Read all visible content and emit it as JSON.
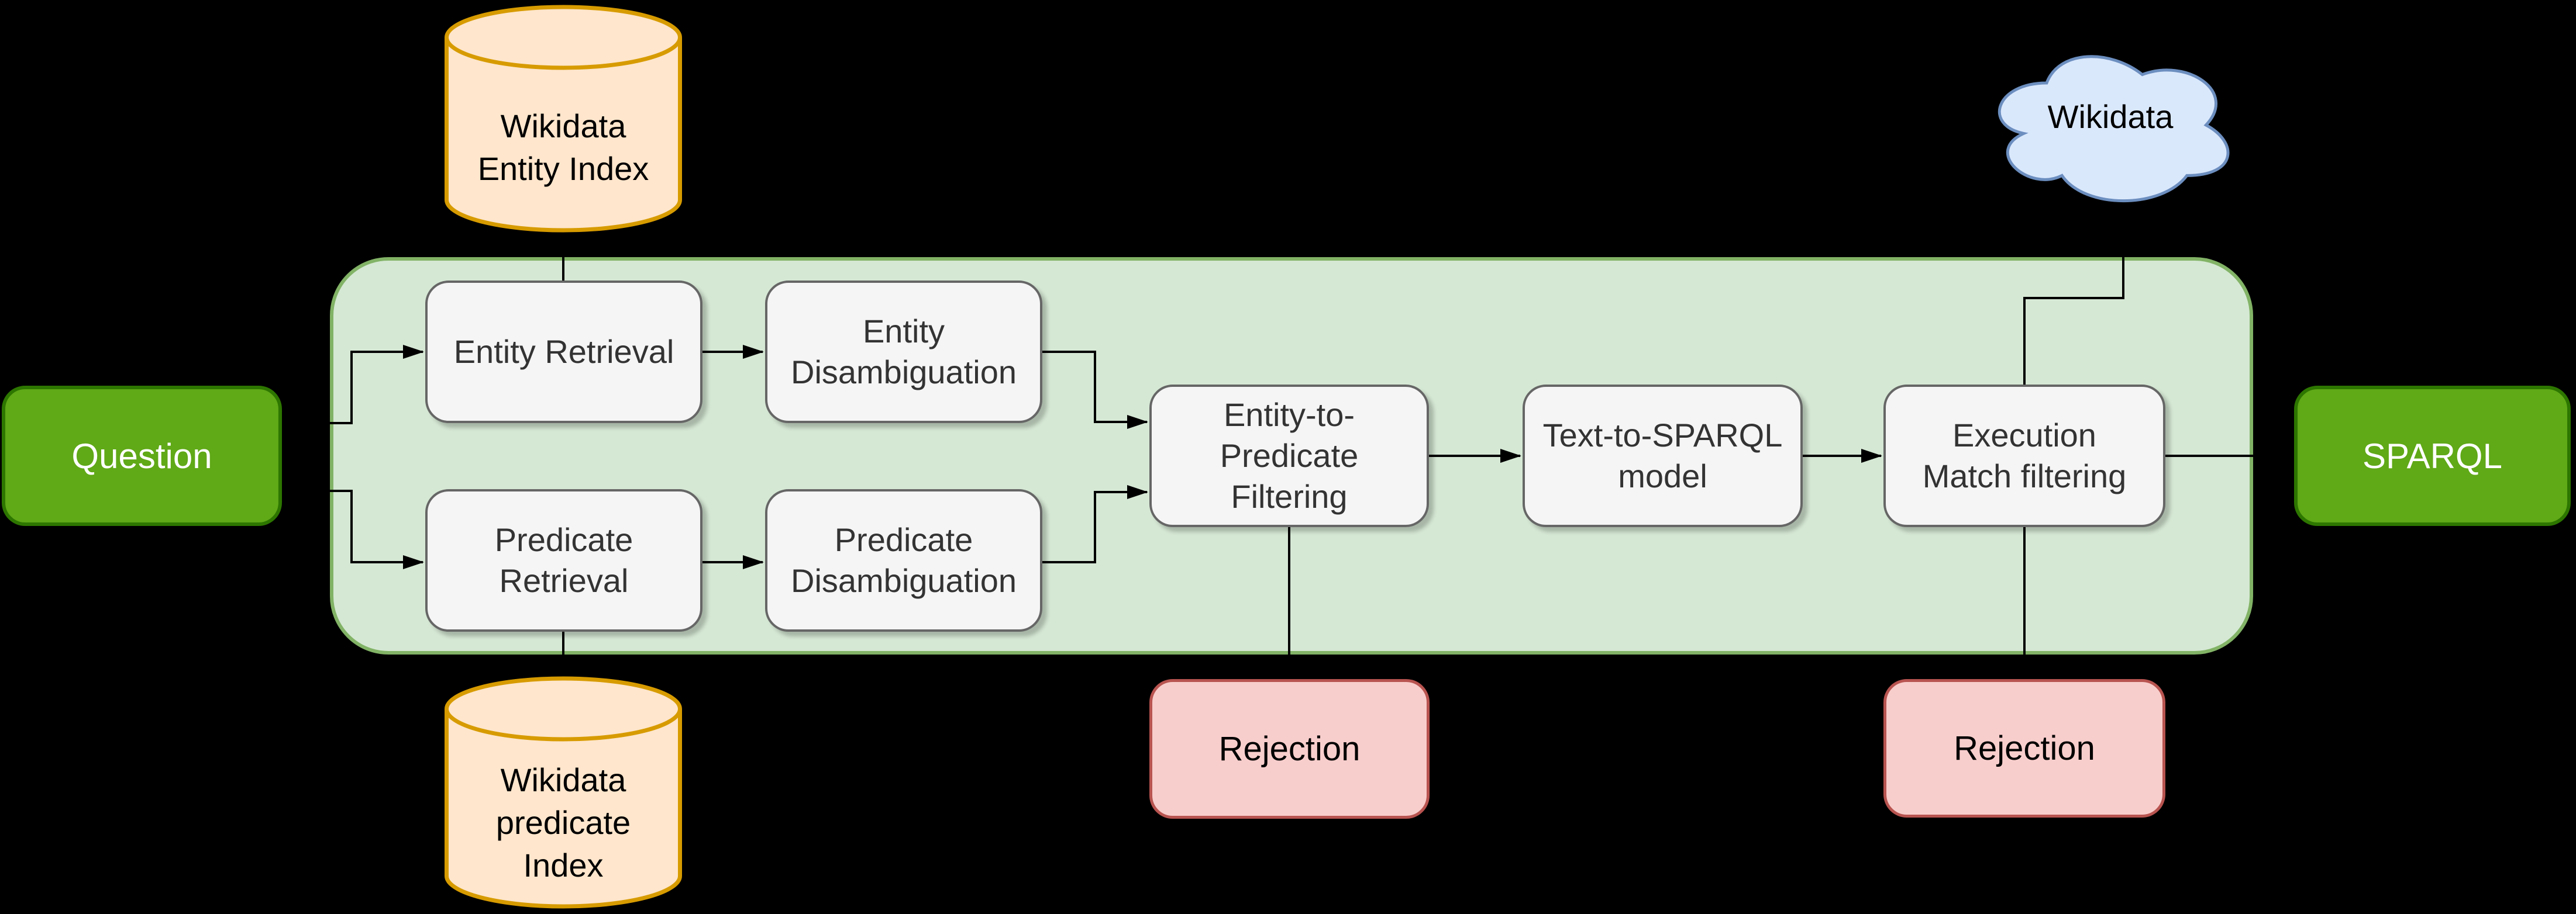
{
  "colors": {
    "canvas_background": "#000000",
    "terminal_fill": "#60A917",
    "terminal_stroke": "#2D7600",
    "terminal_text": "#FFFFFF",
    "stage_fill": "#D5E8D4",
    "stage_stroke": "#82B366",
    "step_fill": "#F5F5F5",
    "step_stroke": "#666666",
    "step_text": "#333333",
    "rejection_fill": "#F8CECC",
    "rejection_stroke": "#B85450",
    "rejection_text": "#000000",
    "database_fill": "#FFE6CC",
    "database_stroke": "#D79B00",
    "cloud_fill": "#DAE8FC",
    "cloud_stroke": "#6C8EBF",
    "connector": "#000000"
  },
  "nodes": {
    "wikidata_entity_index": {
      "label": "Wikidata\nEntity Index",
      "type": "database"
    },
    "wikidata_predicate_index": {
      "label": "Wikidata\npredicate\nIndex",
      "type": "database"
    },
    "wikidata_cloud": {
      "label": "Wikidata",
      "type": "cloud"
    },
    "question": {
      "label": "Question",
      "type": "terminal"
    },
    "sparql": {
      "label": "SPARQL",
      "type": "terminal"
    },
    "entity_retrieval": {
      "label": "Entity Retrieval",
      "type": "step"
    },
    "entity_disambiguation": {
      "label": "Entity\nDisambiguation",
      "type": "step"
    },
    "predicate_retrieval": {
      "label": "Predicate\nRetrieval",
      "type": "step"
    },
    "predicate_disambiguation": {
      "label": "Predicate\nDisambiguation",
      "type": "step"
    },
    "entity_to_predicate_filtering": {
      "label": "Entity-to-\nPredicate\nFiltering",
      "type": "step"
    },
    "text_to_sparql_model": {
      "label": "Text-to-SPARQL\nmodel",
      "type": "step"
    },
    "execution_match_filtering": {
      "label": "Execution\nMatch filtering",
      "type": "step"
    },
    "rejection_left": {
      "label": "Rejection",
      "type": "rejection"
    },
    "rejection_right": {
      "label": "Rejection",
      "type": "rejection"
    }
  },
  "edges": [
    {
      "from": "question",
      "to": "entity_retrieval",
      "directed": true
    },
    {
      "from": "question",
      "to": "predicate_retrieval",
      "directed": true
    },
    {
      "from": "wikidata_entity_index",
      "to": "entity_retrieval",
      "directed": false
    },
    {
      "from": "wikidata_predicate_index",
      "to": "predicate_retrieval",
      "directed": false
    },
    {
      "from": "entity_retrieval",
      "to": "entity_disambiguation",
      "directed": true
    },
    {
      "from": "predicate_retrieval",
      "to": "predicate_disambiguation",
      "directed": true
    },
    {
      "from": "entity_disambiguation",
      "to": "entity_to_predicate_filtering",
      "directed": true
    },
    {
      "from": "predicate_disambiguation",
      "to": "entity_to_predicate_filtering",
      "directed": true
    },
    {
      "from": "entity_to_predicate_filtering",
      "to": "text_to_sparql_model",
      "directed": true
    },
    {
      "from": "text_to_sparql_model",
      "to": "execution_match_filtering",
      "directed": true
    },
    {
      "from": "execution_match_filtering",
      "to": "sparql",
      "directed": true
    },
    {
      "from": "wikidata_cloud",
      "to": "execution_match_filtering",
      "directed": false
    },
    {
      "from": "entity_to_predicate_filtering",
      "to": "rejection_left",
      "directed": false
    },
    {
      "from": "execution_match_filtering",
      "to": "rejection_right",
      "directed": false
    }
  ]
}
